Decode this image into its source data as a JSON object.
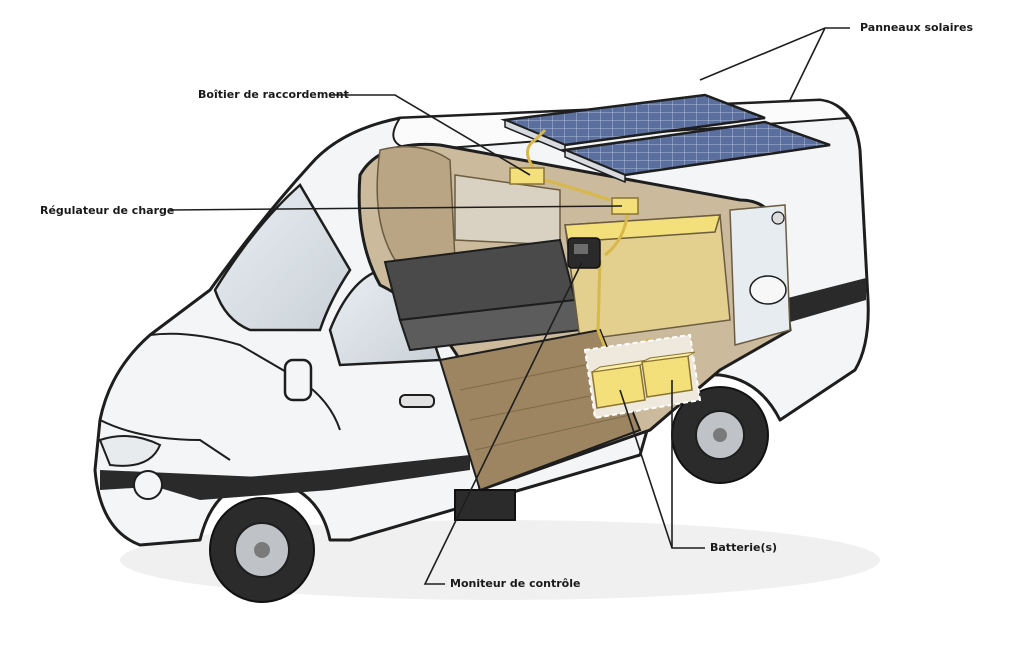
{
  "labels": {
    "solar_panels": "Panneaux solaires",
    "junction_box": "Boîtier de raccordement",
    "charge_regulator": "Régulateur de charge",
    "batteries": "Batterie(s)",
    "control_monitor": "Moniteur de contrôle"
  },
  "colors": {
    "van_body": "#f4f5f6",
    "outline": "#1e1e1e",
    "stripe": "#2a2a2a",
    "component_yellow": "#f3e07a",
    "interior_wood": "#b9a583",
    "floor_wood": "#9c8560",
    "bench": "#4a4a4a",
    "panel_blue": "#5a6f9e"
  }
}
